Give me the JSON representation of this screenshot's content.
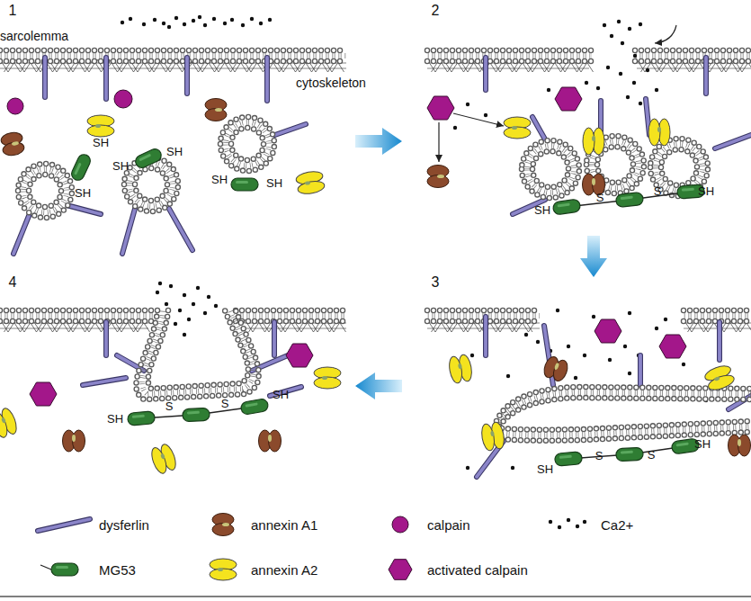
{
  "diagram": {
    "labels": [
      "1",
      "sarcolemma",
      "cytoskeleton",
      "SH",
      "SH",
      "SH",
      "SH",
      "SH",
      "SH",
      "2",
      "SH",
      "S",
      "S",
      "SH",
      "4",
      "SH",
      "S",
      "S",
      "SH",
      "3",
      "SH",
      "S",
      "S",
      "SH"
    ],
    "legend": [
      {
        "text": "dysferlin"
      },
      {
        "text": "annexin A1"
      },
      {
        "text": "calpain"
      },
      {
        "text": "Ca2+"
      },
      {
        "text": "MG53"
      },
      {
        "text": "annexin A2"
      },
      {
        "text": "activated calpain"
      }
    ]
  }
}
